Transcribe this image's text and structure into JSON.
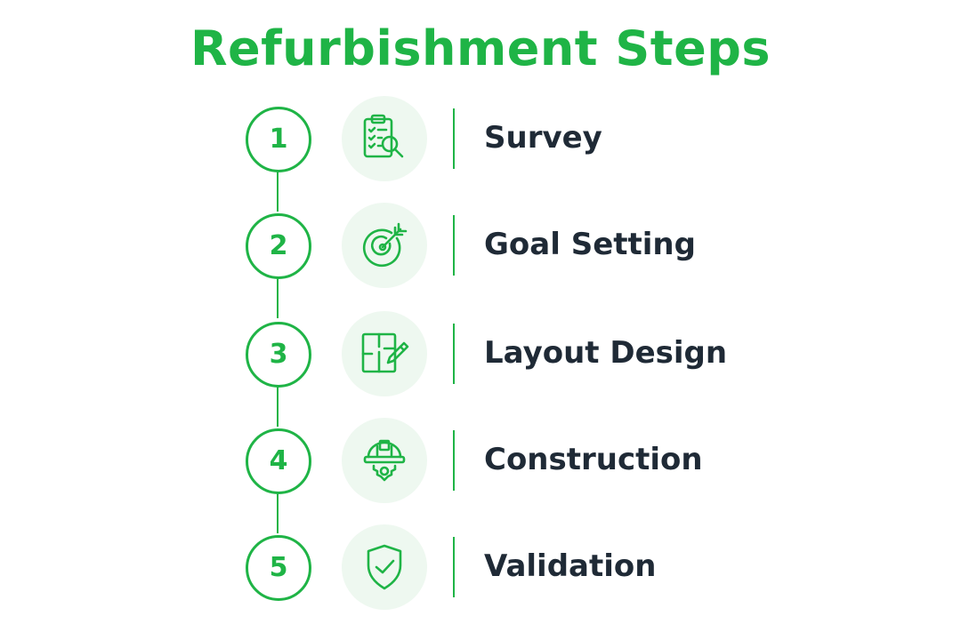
{
  "title": "Refurbishment Steps",
  "colors": {
    "accent": "#1fb446",
    "icon_background": "#eef8f0",
    "text": "#1f2a36"
  },
  "steps": [
    {
      "number": "1",
      "label": "Survey",
      "icon": "clipboard-search-icon"
    },
    {
      "number": "2",
      "label": "Goal Setting",
      "icon": "target-arrow-icon"
    },
    {
      "number": "3",
      "label": "Layout Design",
      "icon": "floorplan-pencil-icon"
    },
    {
      "number": "4",
      "label": "Construction",
      "icon": "hardhat-gear-icon"
    },
    {
      "number": "5",
      "label": "Validation",
      "icon": "shield-check-icon"
    }
  ]
}
